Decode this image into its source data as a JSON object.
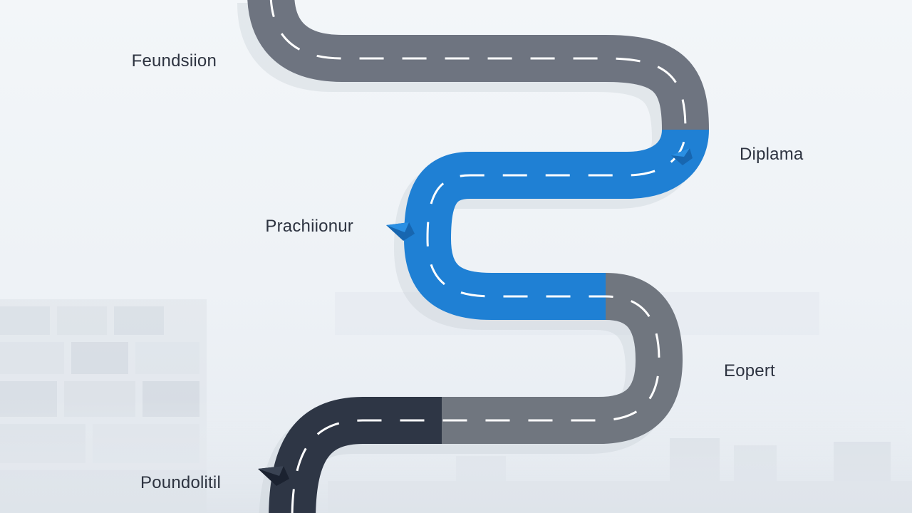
{
  "colors": {
    "background": "#f1f4f8",
    "road_gray": "#6e7480",
    "road_blue": "#1f80d4",
    "road_dark": "#2e3645",
    "dash": "#ffffff",
    "title_text": "#2d3340",
    "desc_text": "#7c8694"
  },
  "milestones": [
    {
      "title": "Feundsiion",
      "desc": ""
    },
    {
      "title": "Diplama",
      "desc": ""
    },
    {
      "title": "Prachiionur",
      "desc": ""
    },
    {
      "title": "Eopert",
      "desc": ""
    },
    {
      "title": "Poundolitil",
      "desc": ""
    }
  ],
  "icons": {
    "pin_1": "location-pin-icon",
    "pin_2": "location-pin-icon",
    "pin_3": "location-pin-icon"
  }
}
